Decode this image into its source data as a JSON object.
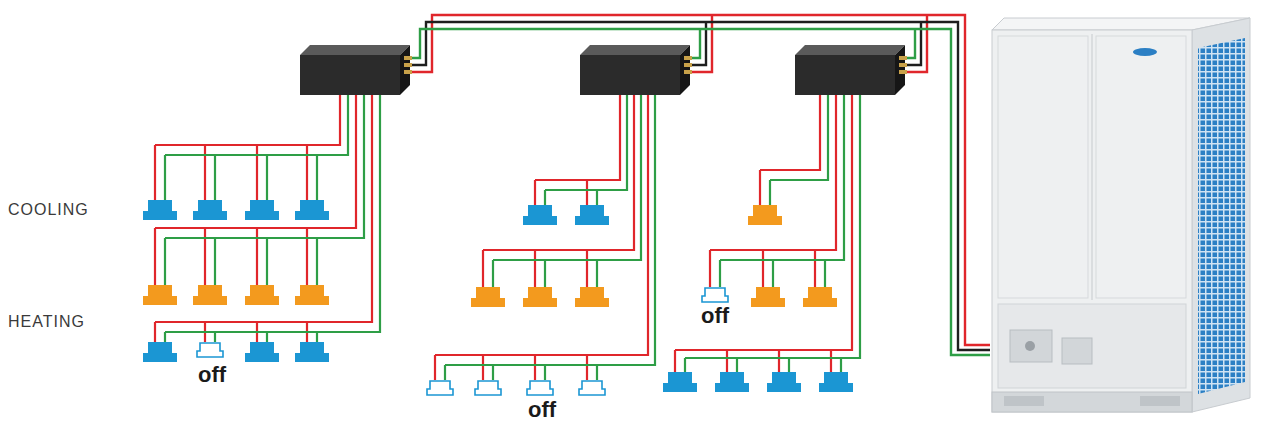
{
  "diagram": {
    "labels": [
      "COOLING",
      "HEATING",
      "off",
      "off",
      "off"
    ]
  }
}
